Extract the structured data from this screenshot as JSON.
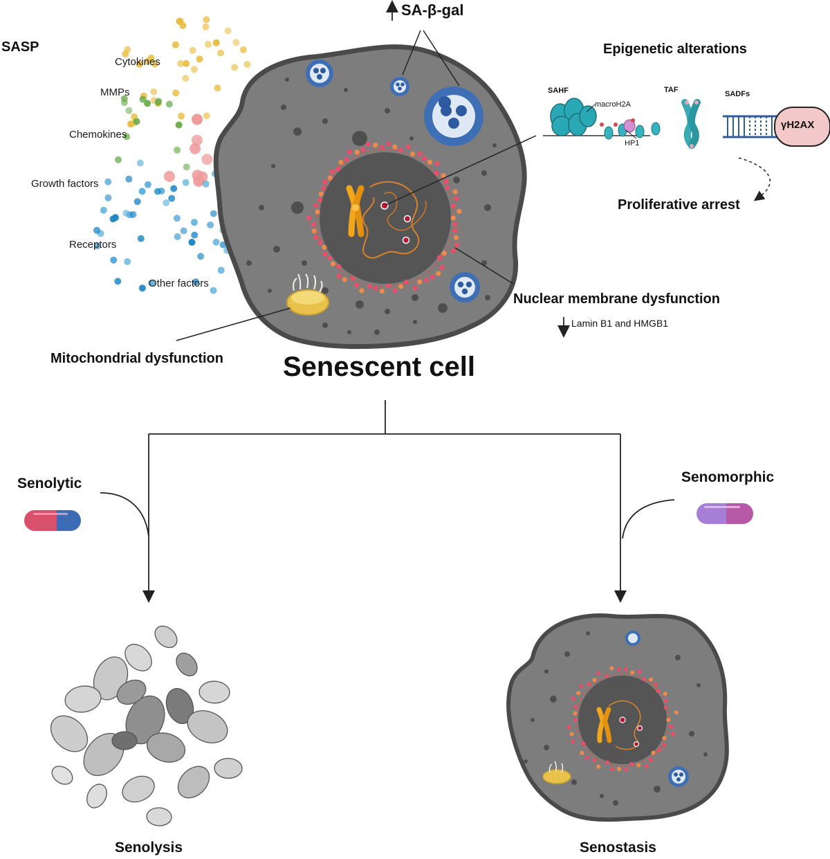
{
  "title": "Senescent cell",
  "sasp": {
    "heading": "SASP",
    "items": [
      "Cytokines",
      "MMPs",
      "Chemokines",
      "Growth factors",
      "Receptors",
      "Other factors"
    ]
  },
  "markers": {
    "sa_beta_gal": "SA-β-gal",
    "sa_beta_gal_direction": "↑",
    "epigenetic": {
      "heading": "Epigenetic alterations",
      "sahf": "SAHF",
      "macroh2a": "macroH2A",
      "hp1": "HP1",
      "taf": "TAF",
      "sadfs": "SADFs",
      "gh2ax": "γH2AX"
    },
    "proliferative_arrest": "Proliferative arrest",
    "nuclear_membrane": "Nuclear membrane dysfunction",
    "lamin_direction": "↓",
    "lamin": "Lamin B1 and HMGB1",
    "mitochondrial": "Mitochondrial dysfunction"
  },
  "branches": {
    "left": {
      "drug": "Senolytic",
      "outcome": "Senolysis"
    },
    "right": {
      "drug": "Senomorphic",
      "outcome": "Senostasis"
    }
  },
  "colors": {
    "cytoplasm": "#7d7d7d",
    "cell_border": "#4a4a4a",
    "nucleus": "#555555",
    "lysosome_ring": "#3e6fb5",
    "chromosome": "#f2a61c",
    "cytokine_dot": "#e9be42",
    "chemokine_dot": "#6bab4c",
    "mmp_dot": "#ef9a9a",
    "growth_factor_dot": "#4aa6d6",
    "receptor_dot": "#1f86c6",
    "senolytic_pill": [
      "#d9506d",
      "#3c6cb5"
    ],
    "senomorphic_pill": [
      "#a77ed6",
      "#b65aa8"
    ],
    "gh2ax_box": "#f2c8c8"
  }
}
